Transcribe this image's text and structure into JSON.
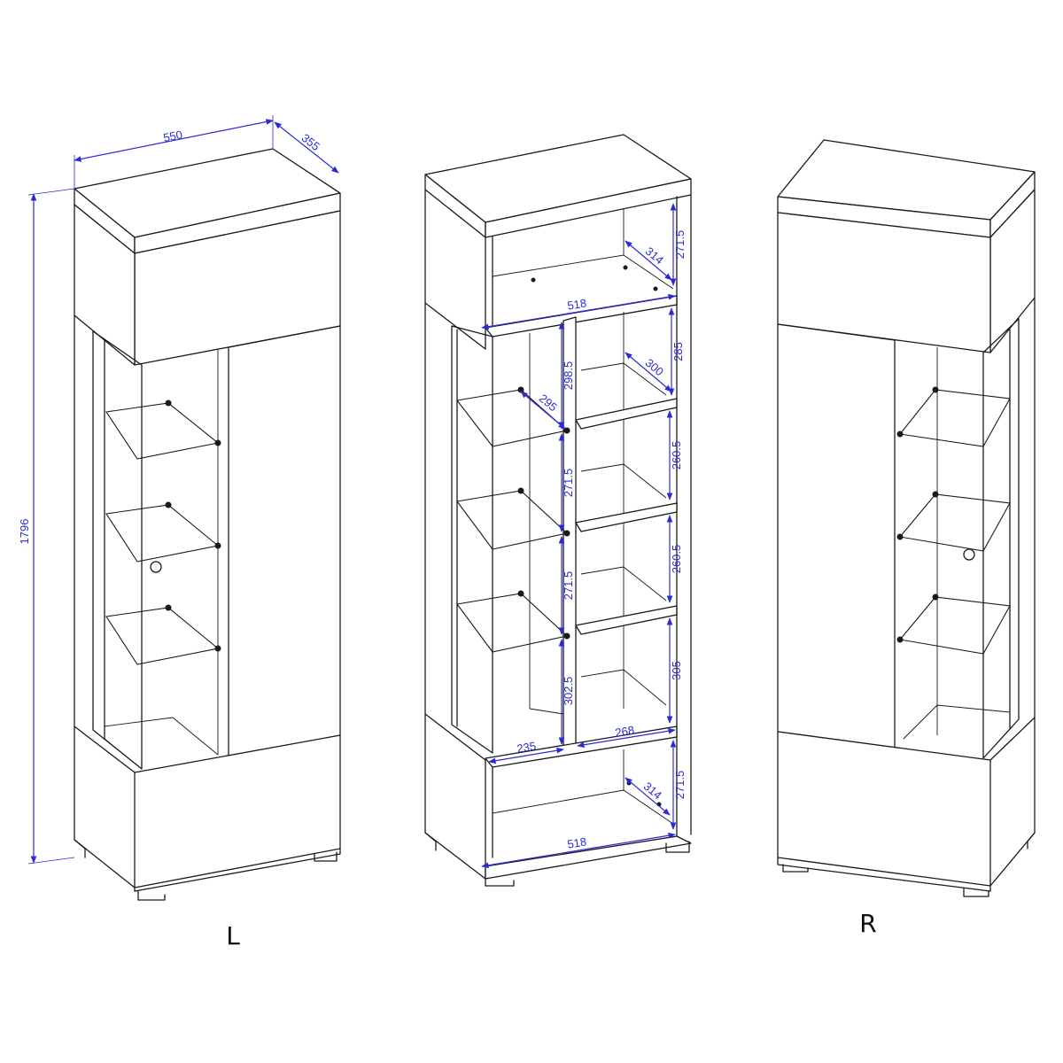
{
  "labels": {
    "left": "L",
    "right": "R"
  },
  "dimensions": {
    "overall_width": "550",
    "overall_depth": "355",
    "overall_height": "1796",
    "top_compartment_height": "271.5",
    "top_compartment_depth": "314",
    "top_inner_width": "518",
    "glass_shelf_depth": "295",
    "glass_gap_1": "298.5",
    "glass_gap_2": "271.5",
    "glass_gap_3": "271.5",
    "glass_gap_4": "302.5",
    "right_gap_1": "285",
    "right_shelf_depth": "300",
    "right_gap_2": "260.5",
    "right_gap_3": "260.5",
    "right_gap_4": "305",
    "left_section_width": "235",
    "right_section_width": "268",
    "bottom_compartment_height": "271.5",
    "bottom_compartment_depth": "314",
    "bottom_inner_width": "518"
  },
  "colors": {
    "dimension_line": "#2b2bd6",
    "outline": "#1a1a1a"
  }
}
